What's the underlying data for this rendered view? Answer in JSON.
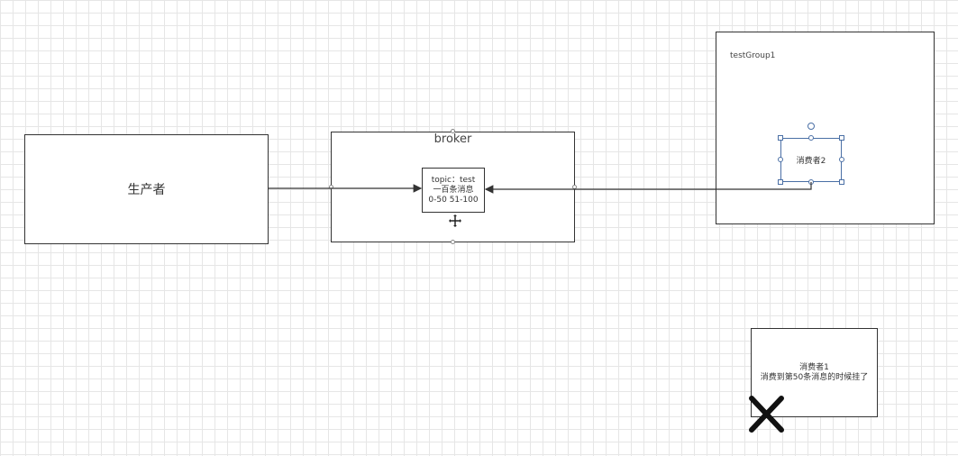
{
  "producer": {
    "label": "生产者"
  },
  "broker": {
    "title": "broker"
  },
  "topic": {
    "line1": "topic：test",
    "line2": "一百条消息",
    "line3": "0-50 51-100"
  },
  "group": {
    "title": "testGroup1"
  },
  "consumer2": {
    "label": "消费者2"
  },
  "consumer1": {
    "line1": "消费者1",
    "line2": "消费到第50条消息的时候挂了"
  },
  "colors": {
    "stroke": "#333333",
    "selection": "#4a6fa5",
    "cross": "#111111",
    "grid": "#e6e6e6"
  }
}
